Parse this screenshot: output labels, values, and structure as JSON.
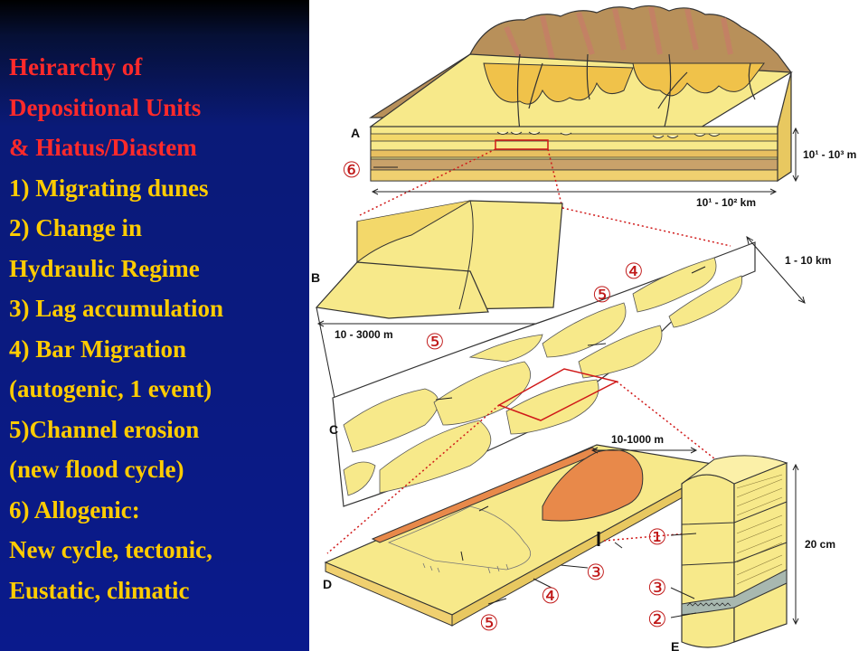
{
  "slide": {
    "title_lines": [
      "Heirarchy of",
      "Depositional Units",
      "& Hiatus/Diastem"
    ],
    "items": [
      "1) Migrating dunes",
      "2) Change in",
      "Hydraulic Regime",
      "3) Lag accumulation",
      "4) Bar  Migration",
      "(autogenic, 1 event)",
      "5)Channel erosion",
      "(new flood cycle)",
      "6) Allogenic:",
      "New cycle, tectonic,",
      "Eustatic, climatic"
    ],
    "colors": {
      "title": "#ff2a2a",
      "items": "#ffcc00",
      "panel": "#0a1a8c"
    }
  },
  "figure": {
    "panel_labels": {
      "a": "A",
      "b": "B",
      "c": "C",
      "d": "D",
      "e": "E"
    },
    "scales": {
      "a_vertical": "10¹ - 10³ m",
      "a_horizontal": "10¹ - 10² km",
      "b_width": "10 - 3000 m",
      "c_length": "1 - 10 km",
      "d_width": "10-1000 m",
      "e_height": "20 cm"
    },
    "markers": {
      "a_6": "⑥",
      "b_4": "④",
      "b_5a": "⑤",
      "b_5b": "⑤",
      "d_3": "③",
      "d_4": "④",
      "d_5": "⑤",
      "e_1": "①",
      "e_3": "③",
      "e_2": "②"
    }
  }
}
